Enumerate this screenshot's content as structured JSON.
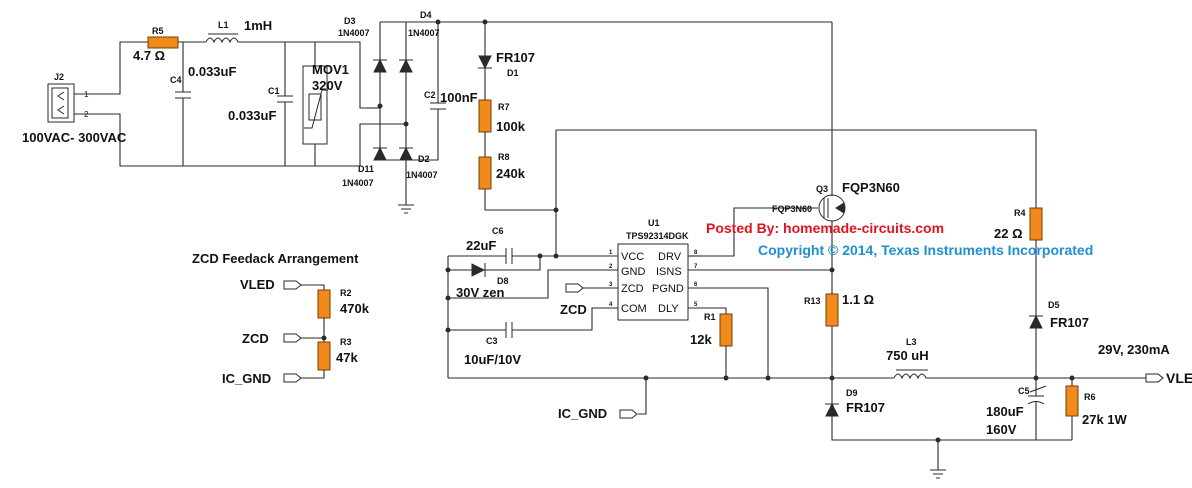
{
  "labels": {
    "r5_ref": "R5",
    "r5_val": "4.7 Ω",
    "l1_ref": "L1",
    "l1_val": "1mH",
    "j2_ref": "J2",
    "j2_p1": "1",
    "j2_p2": "2",
    "input": "100VAC- 300VAC",
    "c4_ref": "C4",
    "c4_val": "0.033uF",
    "c1_ref": "C1",
    "c1_val": "0.033uF",
    "mov_ref": "MOV1",
    "mov_val": "320V",
    "d3_ref": "D3",
    "d3_val": "1N4007",
    "d4_ref": "D4",
    "d4_val": "1N4007",
    "d11_ref": "D11",
    "d11_val": "1N4007",
    "d2_ref": "D2",
    "d2_val": "1N4007",
    "c2_ref": "C2",
    "c2_val": "100nF",
    "d1_val": "FR107",
    "d1_ref": "D1",
    "r7_ref": "R7",
    "r7_val": "100k",
    "r8_ref": "R8",
    "r8_val": "240k",
    "q3_ref": "Q3",
    "q3_val": "FQP3N60",
    "q3_small": "FQP3N60",
    "r4_ref": "R4",
    "r4_val": "22 Ω",
    "posted": "Posted By: homemade-circuits.com",
    "copyright": "Copyright © 2014, Texas Instruments Incorporated",
    "u1_ref": "U1",
    "u1_part": "TPS92314DGK",
    "pin_vcc": "VCC",
    "pin_gnd": "GND",
    "pin_zcd": "ZCD",
    "pin_com": "COM",
    "pin_drv": "DRV",
    "pin_isns": "ISNS",
    "pin_pgnd": "PGND",
    "pin_dly": "DLY",
    "pn1": "1",
    "pn2": "2",
    "pn3": "3",
    "pn4": "4",
    "pn5": "5",
    "pn6": "6",
    "pn7": "7",
    "pn8": "8",
    "c6_ref": "C6",
    "c6_val": "22uF",
    "d8_ref": "D8",
    "d8_val": "30V zen",
    "zcd_label": "ZCD",
    "c3_ref": "C3",
    "c3_val": "10uF/10V",
    "r1_ref": "R1",
    "r1_val": "12k",
    "r13_ref": "R13",
    "r13_val": "1.1 Ω",
    "l3_ref": "L3",
    "l3_val": "750 uH",
    "d5_ref": "D5",
    "d5_val": "FR107",
    "d9_ref": "D9",
    "d9_val": "FR107",
    "out_spec": "29V, 230mA",
    "vled_out": "VLED",
    "c5_ref": "C5",
    "c5_val": "180uF",
    "c5_v": "160V",
    "r6_ref": "R6",
    "r6_val": "27k 1W",
    "ic_gnd_bottom": "IC_GND",
    "zcd_title": "ZCD Feedack Arrangement",
    "zcd_vled": "VLED",
    "r2_ref": "R2",
    "r2_val": "470k",
    "zcd_zcd": "ZCD",
    "r3_ref": "R3",
    "r3_val": "47k",
    "zcd_icgnd": "IC_GND"
  },
  "colors": {
    "resistor": "#f08a1c",
    "posted": "#e0141e",
    "copyright": "#1f8fd0"
  }
}
